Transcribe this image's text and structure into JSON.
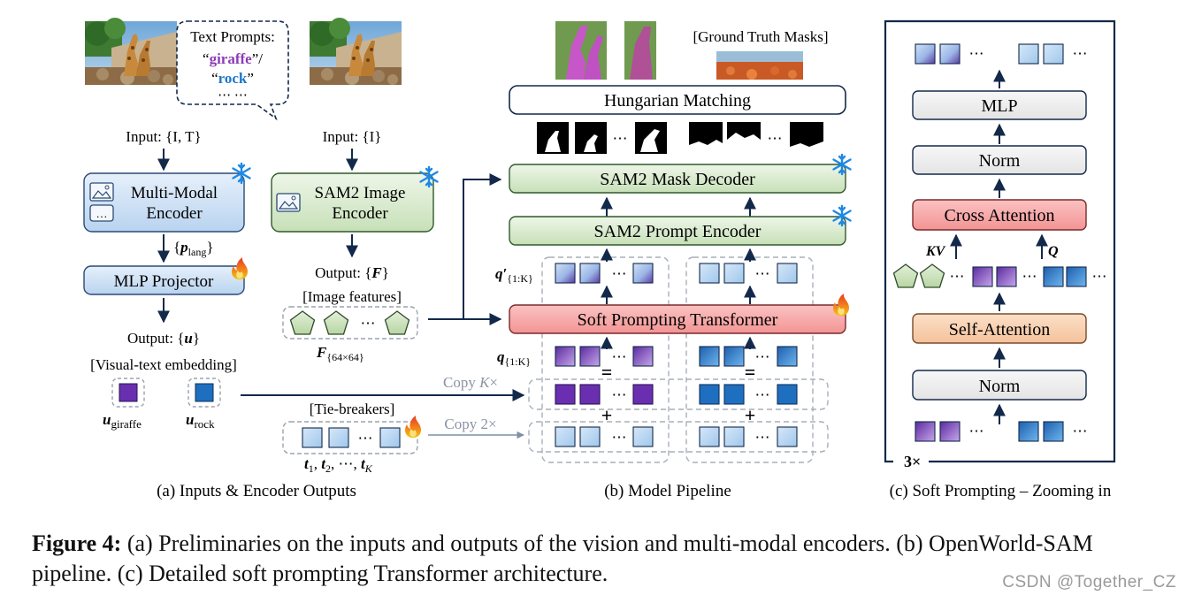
{
  "panel_a": {
    "speech_title": "Text Prompts:",
    "speech_line2_open": "“",
    "speech_giraffe": "giraffe",
    "speech_line2_close": "”/",
    "speech_line3_open": "“",
    "speech_rock": "rock",
    "speech_line3_close": "”",
    "speech_dots": "⋯ ⋯",
    "input_left": "Input: {I, T}",
    "input_right": "Input: {I}",
    "mm_encoder_line1": "Multi-Modal",
    "mm_encoder_line2": "Encoder",
    "sam_encoder_line1": "SAM2 Image",
    "sam_encoder_line2": "Encoder",
    "p_lang_open": "{",
    "p_lang_p": "p",
    "p_lang_sub": "lang",
    "p_lang_close": "}",
    "mlp_projector": "MLP Projector",
    "output_u_prefix": "Output: {",
    "output_u_var": "u",
    "output_u_suffix": "}",
    "visual_text_label": "[Visual-text embedding]",
    "u_giraffe_var": "u",
    "u_giraffe_sub": "giraffe",
    "u_rock_var": "u",
    "u_rock_sub": "rock",
    "output_f_prefix": "Output: {",
    "output_f_var": "F",
    "output_f_suffix": "}",
    "image_features_label": "[Image features]",
    "f_var": "F",
    "f_sub": "{64×64}",
    "tie_breakers_label": "[Tie-breakers]",
    "tie_t1": "t",
    "tie_t1_sub": "1",
    "tie_t2": "t",
    "tie_t2_sub": "2",
    "tie_dots": "⋯",
    "tie_tk": "t",
    "tie_tk_sub": "K",
    "caption": "(a) Inputs & Encoder Outputs"
  },
  "panel_b": {
    "ground_truth_label": "[Ground Truth Masks]",
    "hungarian": "Hungarian Matching",
    "mask_decoder": "SAM2 Mask Decoder",
    "prompt_encoder": "SAM2 Prompt Encoder",
    "soft_prompting": "Soft Prompting Transformer",
    "q_prime": "q′",
    "q_prime_sub": "{1:K}",
    "q": "q",
    "q_sub": "{1:K}",
    "copy_k_prefix": "Copy ",
    "copy_k_var": "K",
    "copy_k_suffix": "×",
    "copy_2": "Copy 2×",
    "equals": "=",
    "plus": "+",
    "dots": "⋯",
    "caption": "(b) Model Pipeline"
  },
  "panel_c": {
    "mlp": "MLP",
    "norm_top": "Norm",
    "cross_attention": "Cross Attention",
    "kv": "KV",
    "q": "Q",
    "self_attention": "Self-Attention",
    "norm_bottom": "Norm",
    "repeat": "3×",
    "dots": "⋯",
    "caption": "(c) Soft Prompting – Zooming in"
  },
  "figure_caption": {
    "label": "Figure 4:",
    "text": " (a) Preliminaries on the inputs and outputs of the vision and multi-modal encoders. (b) OpenWorld-SAM pipeline. (c) Detailed soft prompting Transformer architecture."
  },
  "watermark": "CSDN @Together_CZ",
  "colors": {
    "navy": "#13294b",
    "blue_box": "#cfe0f3",
    "green_box": "#dcebd3",
    "red_box": "#f6a3a3",
    "orange_box": "#f7cfae",
    "gray_box": "#efefef",
    "purple_text": "#8b3bb8",
    "blue_text": "#1f78c8",
    "snowflake": "#1e88e5",
    "flame": "#f05a28"
  }
}
